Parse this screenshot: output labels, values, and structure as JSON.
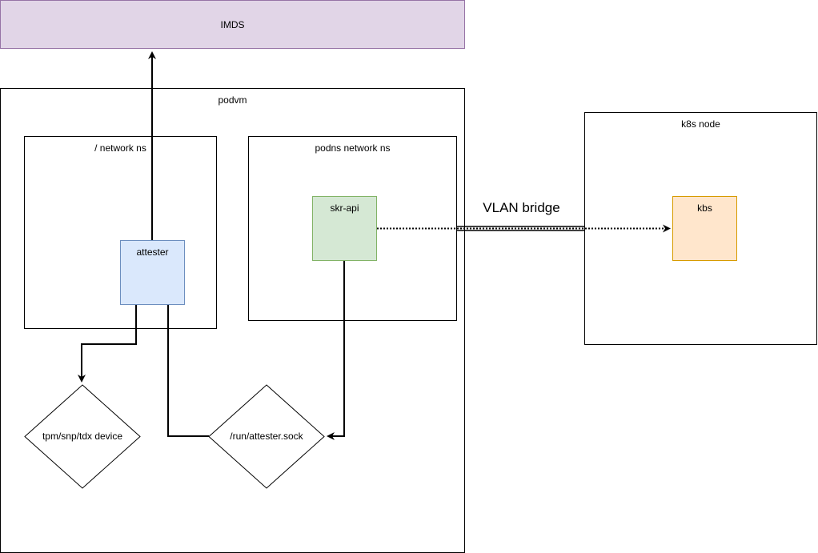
{
  "nodes": {
    "imds": {
      "label": "IMDS",
      "fill": "#e1d5e7",
      "stroke": "#9673a6"
    },
    "podvm": {
      "label": "podvm"
    },
    "root_ns": {
      "label": "/ network ns"
    },
    "podns": {
      "label": "podns network ns"
    },
    "attester": {
      "label": "attester",
      "fill": "#dae8fc",
      "stroke": "#6c8ebf"
    },
    "skr_api": {
      "label": "skr-api",
      "fill": "#d5e8d4",
      "stroke": "#82b366"
    },
    "k8s_node": {
      "label": "k8s node"
    },
    "kbs": {
      "label": "kbs",
      "fill": "#ffe6cc",
      "stroke": "#d79b00"
    },
    "tpm_device": {
      "label": "tpm/snp/tdx device"
    },
    "attester_sock": {
      "label": "/run/attester.sock"
    }
  },
  "edges": {
    "vlan_bridge": {
      "label": "VLAN bridge"
    }
  }
}
